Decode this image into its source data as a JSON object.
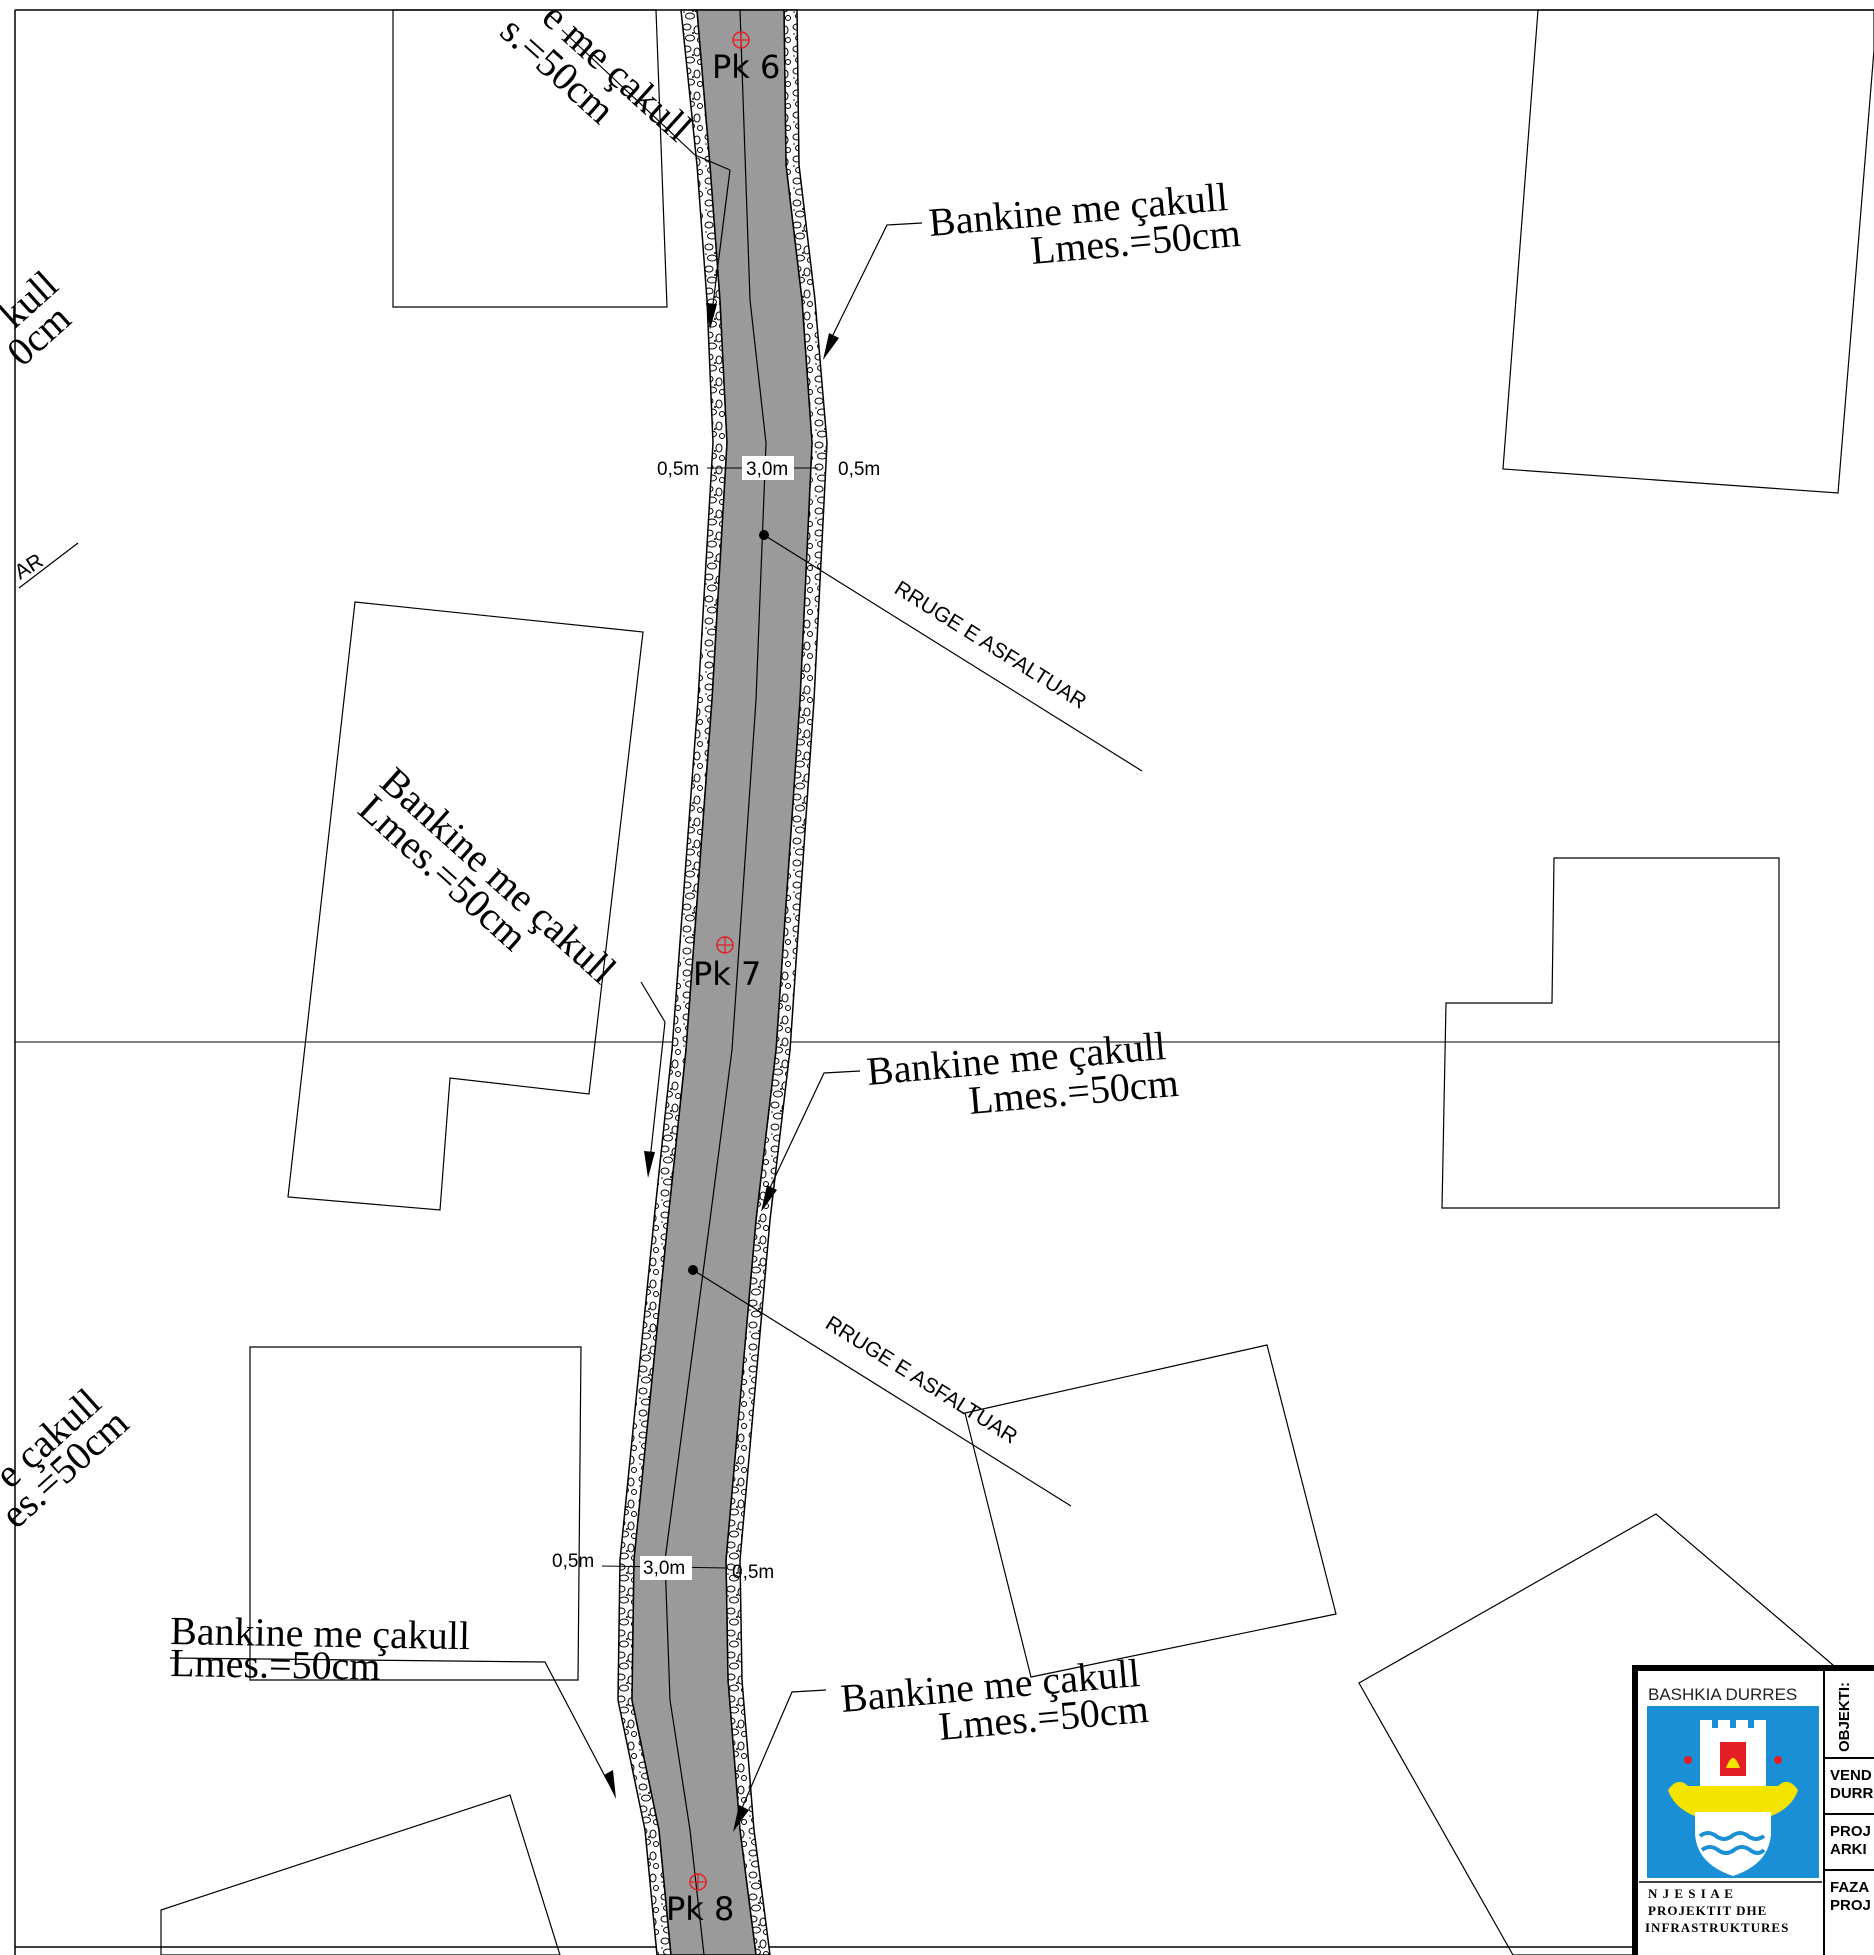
{
  "shoulder_note": {
    "line1": "Bankine me çakull",
    "line2": "Lmes.=50cm"
  },
  "shoulder_partial": {
    "top_a": "e me çakull",
    "top_b": "s.=50cm",
    "left_a": "kull",
    "left_b": "0cm",
    "left_low_a": "e çakull",
    "left_low_b": "es.=50cm"
  },
  "road_label": "RRUGE  E ASFALTUAR",
  "road_label_partial": "AR",
  "stations": [
    "Pk 6",
    "Pk 7",
    "Pk 8"
  ],
  "dimensions": {
    "shoulder": "0,5m",
    "carriageway": "3,0m"
  },
  "title_block": {
    "municipality": "BASHKIA DURRES",
    "fields": [
      "OBJEKTI:",
      "VEND",
      "DURR",
      "PROJ",
      "ARKI",
      "FAZA",
      "PROJ"
    ],
    "unit_line1": "N J E S I A   E",
    "unit_line2": "PROJEKTIT DHE",
    "unit_line3": "INFRASTRUKTURES",
    "colors": {
      "emblem_blue": "#1a8fd6",
      "emblem_yellow": "#f5e400",
      "emblem_red": "#e31e24"
    }
  },
  "colors": {
    "asphalt": "#9a9a9a",
    "linework": "#000000",
    "station_marker": "#e31e24"
  }
}
